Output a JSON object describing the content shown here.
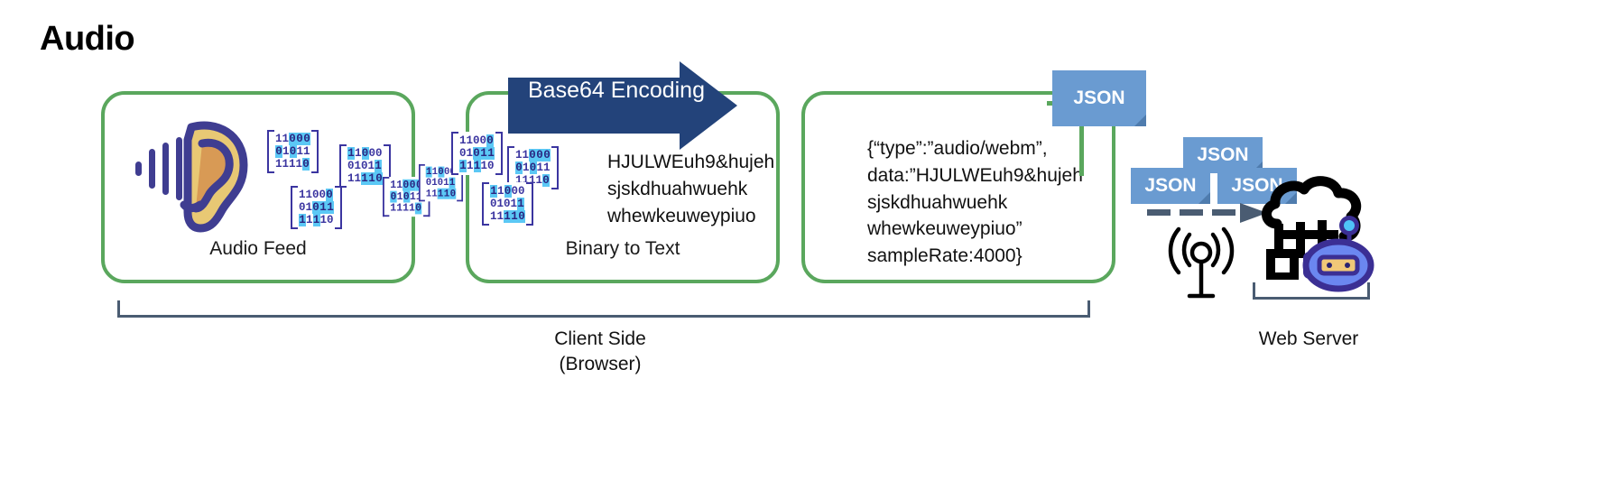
{
  "title": "Audio",
  "panels": [
    {
      "id": "audio-feed",
      "label": "Audio Feed"
    },
    {
      "id": "binary-to-text",
      "label": "Binary to Text"
    },
    {
      "id": "json-payload",
      "label": ""
    }
  ],
  "arrow": {
    "label": "Base64 Encoding",
    "color": "#23437a"
  },
  "binary_matrix": {
    "rows": [
      "11000",
      "01011",
      "11110"
    ],
    "count": 10
  },
  "encoded_text": "HJULWEuh9&hujeh\nsjskdhuahwuehk\nwhewkeuweypiuo",
  "json_text": "{“type”:”audio/webm”,\ndata:”HJULWEuh9&hujeh\nsjskdhuahwuehk\nwhewkeuweypiuo”\nsampleRate:4000}",
  "json_badges": [
    {
      "id": "json-badge-primary",
      "label": "JSON"
    },
    {
      "id": "json-badge-top",
      "label": "JSON"
    },
    {
      "id": "json-badge-left",
      "label": "JSON"
    },
    {
      "id": "json-badge-right",
      "label": "JSON"
    }
  ],
  "brackets": [
    {
      "id": "client-side",
      "label": "Client Side\n(Browser)"
    },
    {
      "id": "web-server",
      "label": "Web Server"
    }
  ],
  "icons": {
    "ear": "ear-icon",
    "sound_wave": "sound-wave-icon",
    "antenna": "antenna-icon",
    "cloud_server_robot": "cloud-server-robot-icon",
    "transfer_arrow": "transfer-arrow-icon"
  },
  "colors": {
    "panel_border": "#5aa75d",
    "arrow_fill": "#23437a",
    "json_badge": "#6a9bd1",
    "binary": "#3b35a0",
    "binary_highlight": "#5bc8f5",
    "ear_outline": "#3f3d91",
    "ear_fill": "#e8c874",
    "ear_inner": "#d89a55",
    "bracket": "#4a5c72",
    "robot_body": "#6b87f0",
    "robot_outline": "#3b2f94",
    "robot_face": "#f0c878",
    "cloud": "#000000",
    "dot": "#4fc3f7"
  }
}
